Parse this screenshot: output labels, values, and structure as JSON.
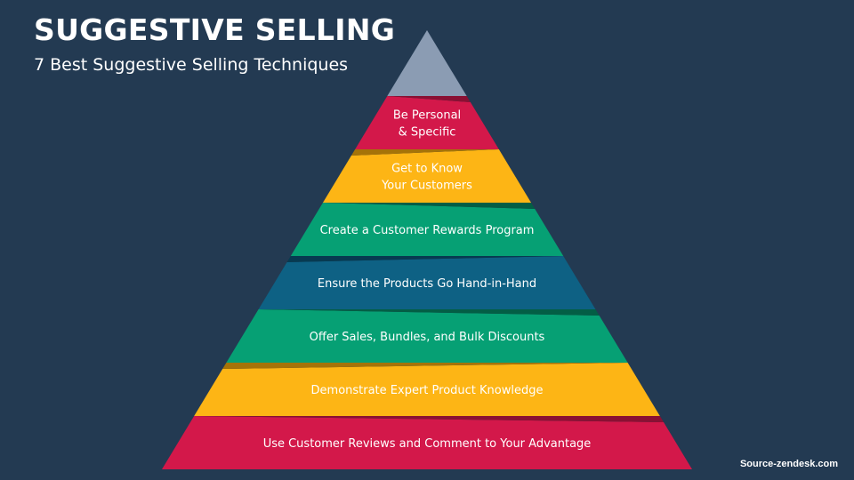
{
  "header": {
    "title": "SUGGESTIVE SELLING",
    "subtitle": "7 Best Suggestive Selling Techniques"
  },
  "source": "Source-zendesk.com",
  "colors": {
    "background": "#233a52",
    "apex": "#8b9cb3",
    "crimson": "#d3184a",
    "amber": "#fdb515",
    "green": "#06a074",
    "teal": "#0e6184"
  },
  "pyramid": {
    "levels": [
      {
        "lines": [
          "Be Personal",
          "& Specific"
        ],
        "color": "#d3184a",
        "fold": "#8a1033"
      },
      {
        "lines": [
          "Get to Know",
          "Your Customers"
        ],
        "color": "#fdb515",
        "fold": "#a57308"
      },
      {
        "lines": [
          "Create a Customer Rewards Program"
        ],
        "color": "#06a074",
        "fold": "#035e45"
      },
      {
        "lines": [
          "Ensure the Products Go Hand-in-Hand"
        ],
        "color": "#0e6184",
        "fold": "#073a51"
      },
      {
        "lines": [
          "Offer Sales, Bundles, and Bulk Discounts"
        ],
        "color": "#06a074",
        "fold": "#035e45"
      },
      {
        "lines": [
          "Demonstrate Expert Product Knowledge"
        ],
        "color": "#fdb515",
        "fold": "#a57308"
      },
      {
        "lines": [
          "Use Customer Reviews and Comment to Your Advantage"
        ],
        "color": "#d3184a",
        "fold": "#8a1033"
      }
    ]
  }
}
